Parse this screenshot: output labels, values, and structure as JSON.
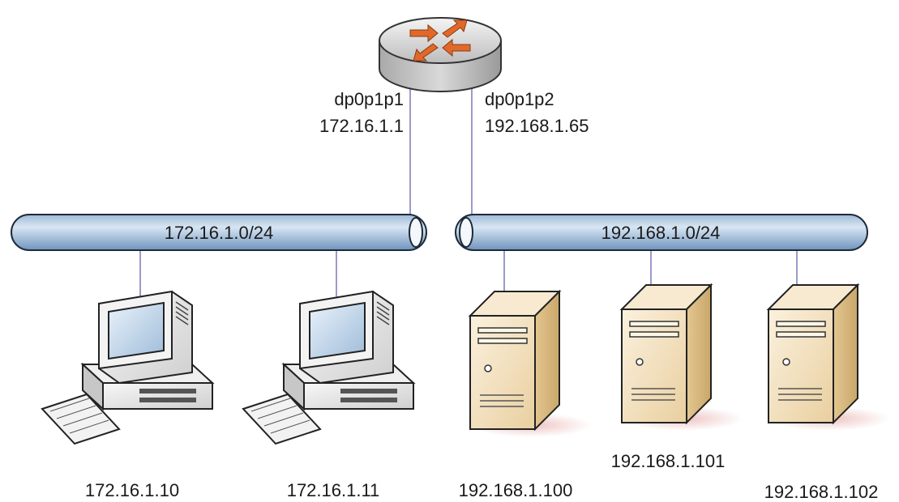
{
  "router": {
    "interfaces": [
      {
        "name": "dp0p1p1",
        "address": "172.16.1.1"
      },
      {
        "name": "dp0p1p2",
        "address": "192.168.1.65"
      }
    ]
  },
  "networks": [
    {
      "cidr": "172.16.1.0/24"
    },
    {
      "cidr": "192.168.1.0/24"
    }
  ],
  "hosts": [
    {
      "type": "workstation",
      "ip": "172.16.1.10"
    },
    {
      "type": "workstation",
      "ip": "172.16.1.11"
    },
    {
      "type": "server",
      "ip": "192.168.1.100"
    },
    {
      "type": "server",
      "ip": "192.168.1.101"
    },
    {
      "type": "server",
      "ip": "192.168.1.102"
    }
  ],
  "colors": {
    "link": "#7b78b8",
    "bus_light": "#c9dbec",
    "bus_dark": "#7e9fc4",
    "router_arrows": "#e0692a",
    "server_body": "#f1debd"
  }
}
